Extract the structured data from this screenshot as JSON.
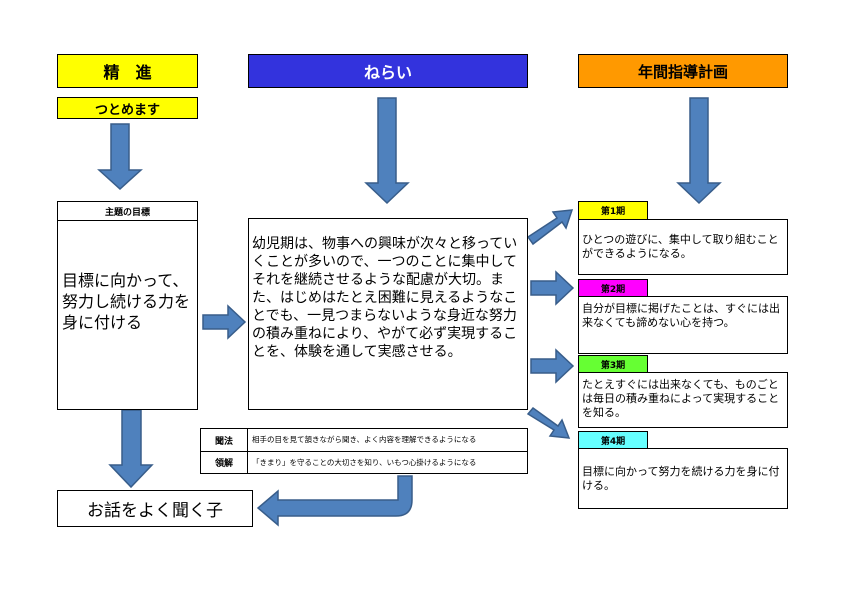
{
  "headers": {
    "seishin": "精　進",
    "nerai": "ねらい",
    "nenkan": "年間指導計画"
  },
  "sub_header": "つとめます",
  "theme_box": {
    "title": "主題の目標",
    "text": "目標に向かって、努力し続ける力を身に付ける"
  },
  "nerai_text": "幼児期は、物事への興味が次々と移っていくことが多いので、一つのことに集中してそれを継続させるような配慮が大切。また、はじめはたとえ困難に見えるようなことでも、一見つまらないような身近な努力の積み重ねにより、やがて必ず実現することを、体験を通して実感させる。",
  "table_rows": [
    {
      "label": "聞法",
      "text": "相手の目を見て頷きながら聞き、よく内容を理解できるようになる"
    },
    {
      "label": "領解",
      "text": "「きまり」を守ることの大切さを知り、いもつ心掛けるようになる"
    }
  ],
  "result_text": "お話をよく聞く子",
  "terms": [
    {
      "label": "第1期",
      "text": "ひとつの遊びに、集中して取り組むことができるようになる。"
    },
    {
      "label": "第2期",
      "text": "自分が目標に掲げたことは、すぐには出来なくても諦めない心を持つ。"
    },
    {
      "label": "第3期",
      "text": "たとえすぐには出来なくても、ものごとは毎日の積み重ねによって実現することを知る。"
    },
    {
      "label": "第4期",
      "text": "目標に向かって努力を続ける力を身に付ける。"
    }
  ],
  "colors": {
    "yellow": "#ffff00",
    "blue": "#3333dd",
    "orange": "#ff9900",
    "magenta": "#ff00ff",
    "green": "#66ff33",
    "cyan": "#66ffff",
    "arrow": "#4f81bd",
    "arrow_edge": "#385d8a"
  }
}
